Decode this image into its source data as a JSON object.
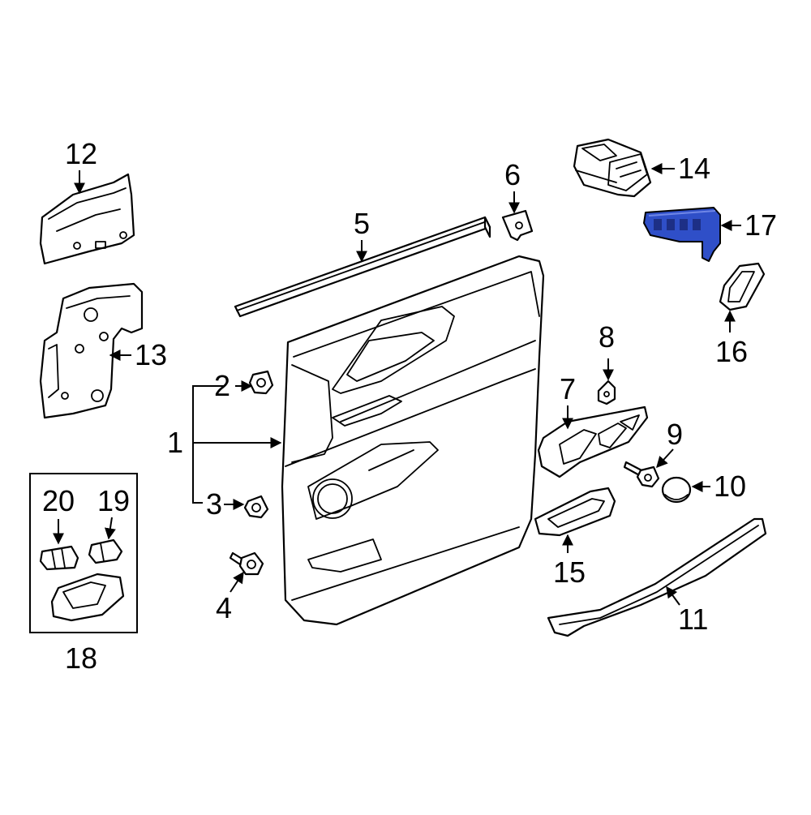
{
  "diagram": {
    "callouts": [
      {
        "id": "1",
        "label": "1"
      },
      {
        "id": "2",
        "label": "2"
      },
      {
        "id": "3",
        "label": "3"
      },
      {
        "id": "4",
        "label": "4"
      },
      {
        "id": "5",
        "label": "5"
      },
      {
        "id": "6",
        "label": "6"
      },
      {
        "id": "7",
        "label": "7"
      },
      {
        "id": "8",
        "label": "8"
      },
      {
        "id": "9",
        "label": "9"
      },
      {
        "id": "10",
        "label": "10"
      },
      {
        "id": "11",
        "label": "11"
      },
      {
        "id": "12",
        "label": "12"
      },
      {
        "id": "13",
        "label": "13"
      },
      {
        "id": "14",
        "label": "14"
      },
      {
        "id": "15",
        "label": "15"
      },
      {
        "id": "16",
        "label": "16"
      },
      {
        "id": "17",
        "label": "17"
      },
      {
        "id": "18",
        "label": "18"
      },
      {
        "id": "19",
        "label": "19"
      },
      {
        "id": "20",
        "label": "20"
      }
    ],
    "highlighted_part": "17",
    "colors": {
      "highlight": "#2f4fc8",
      "line": "#000000",
      "background": "#ffffff"
    }
  }
}
